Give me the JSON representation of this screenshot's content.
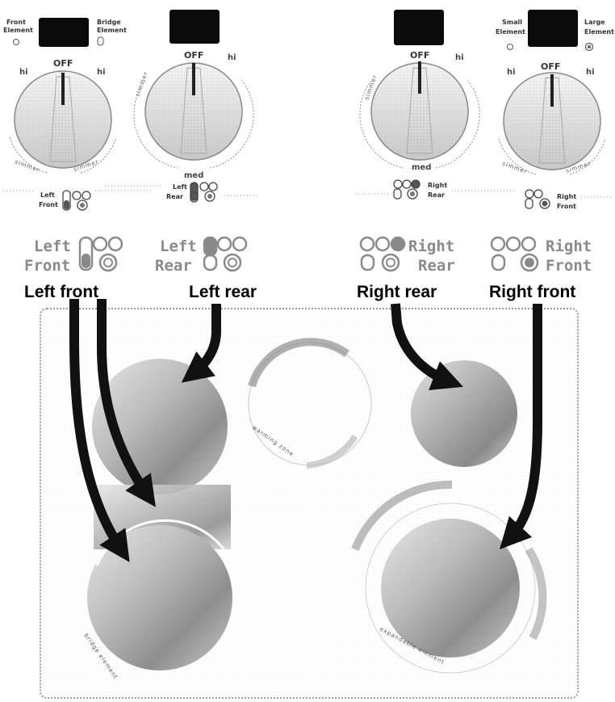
{
  "title": "",
  "control_panel": {
    "left_front_dial": {
      "left_label_line1": "Front",
      "left_label_line2": "Element",
      "right_label_line1": "Bridge",
      "right_label_line2": "Element",
      "top_label": "OFF",
      "left_high": "hi",
      "right_high": "hi",
      "left_low": "simmer",
      "right_low": "simmer",
      "locator_line1": "Left",
      "locator_line2": "Front"
    },
    "left_rear_dial": {
      "top_label": "OFF",
      "high": "hi",
      "low_left": "simmer",
      "medium": "med",
      "locator_line1": "Left",
      "locator_line2": "Rear"
    },
    "right_rear_dial": {
      "top_label": "OFF",
      "high": "hi",
      "low_left": "simmer",
      "medium": "med",
      "locator_line1": "Right",
      "locator_line2": "Rear"
    },
    "right_front_dial": {
      "left_label_line1": "Small",
      "left_label_line2": "Element",
      "right_label_line1": "Large",
      "right_label_line2": "Element",
      "top_label": "OFF",
      "left_high": "hi",
      "right_high": "hi",
      "left_low": "simmer",
      "right_low": "simmer",
      "locator_line1": "Right",
      "locator_line2": "Front"
    }
  },
  "locators": [
    {
      "line1": "Left",
      "line2": "Front",
      "caption": "Left front"
    },
    {
      "line1": "Left",
      "line2": "Rear",
      "caption": "Left rear"
    },
    {
      "line1": "Right",
      "line2": "Rear",
      "caption": "Right rear"
    },
    {
      "line1": "Right",
      "line2": "Front",
      "caption": "Right front"
    }
  ],
  "cooktop": {
    "left_front_arc_text": "bridge element",
    "rear_center_arc_text": "warming zone",
    "right_front_arc_text": "expandable element"
  },
  "colors": {
    "arrow": "#111111",
    "display": "#0a0a0a",
    "stipple": "#9a9a9a",
    "grey_text": "#8a8a8a",
    "burner_dark": "#8f8f8f",
    "burner_light": "#d8d8d8"
  }
}
